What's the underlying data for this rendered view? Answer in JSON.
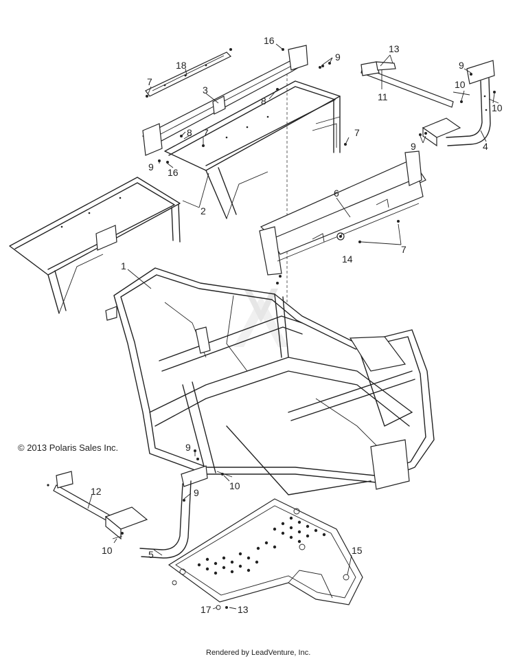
{
  "copyright": "© 2013 Polaris Sales Inc.",
  "footer": "Rendered by LeadVenture, Inc.",
  "callouts": [
    {
      "id": "c1",
      "label": "1"
    },
    {
      "id": "c2",
      "label": "2"
    },
    {
      "id": "c3",
      "label": "3"
    },
    {
      "id": "c4",
      "label": "4"
    },
    {
      "id": "c5",
      "label": "5"
    },
    {
      "id": "c6",
      "label": "6"
    },
    {
      "id": "c7a",
      "label": "7"
    },
    {
      "id": "c7b",
      "label": "7"
    },
    {
      "id": "c7c",
      "label": "7"
    },
    {
      "id": "c7d",
      "label": "7"
    },
    {
      "id": "c8a",
      "label": "8"
    },
    {
      "id": "c8b",
      "label": "8"
    },
    {
      "id": "c9a",
      "label": "9"
    },
    {
      "id": "c9b",
      "label": "9"
    },
    {
      "id": "c9c",
      "label": "9"
    },
    {
      "id": "c9d",
      "label": "9"
    },
    {
      "id": "c9e",
      "label": "9"
    },
    {
      "id": "c9f",
      "label": "9"
    },
    {
      "id": "c10a",
      "label": "10"
    },
    {
      "id": "c10b",
      "label": "10"
    },
    {
      "id": "c10c",
      "label": "10"
    },
    {
      "id": "c10d",
      "label": "10"
    },
    {
      "id": "c11",
      "label": "11"
    },
    {
      "id": "c12",
      "label": "12"
    },
    {
      "id": "c13a",
      "label": "13"
    },
    {
      "id": "c13b",
      "label": "13"
    },
    {
      "id": "c14",
      "label": "14"
    },
    {
      "id": "c15",
      "label": "15"
    },
    {
      "id": "c16a",
      "label": "16"
    },
    {
      "id": "c16b",
      "label": "16"
    },
    {
      "id": "c17",
      "label": "17"
    },
    {
      "id": "c18",
      "label": "18"
    }
  ]
}
